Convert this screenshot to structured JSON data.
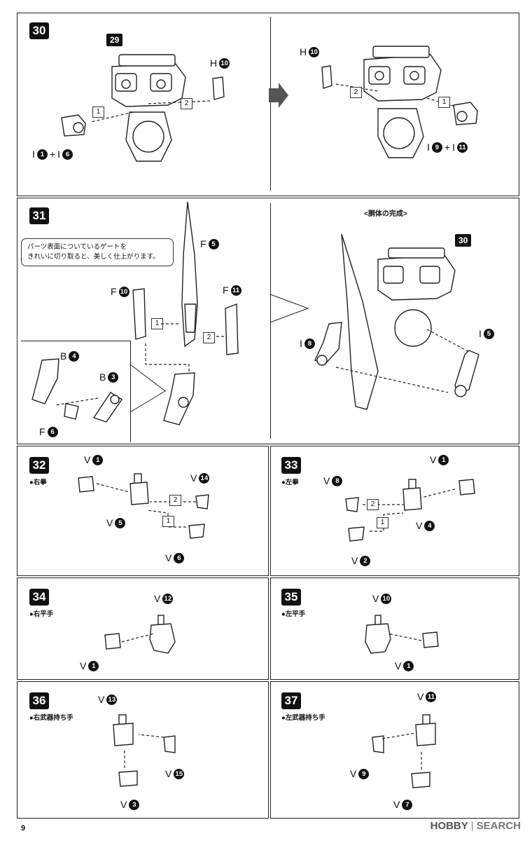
{
  "steps": [
    {
      "id": "30",
      "number": "30",
      "parts": [
        {
          "ref": "29",
          "kind": "tag"
        },
        {
          "letter": "H",
          "num": "10"
        },
        {
          "letter": "I",
          "num": "1",
          "plus": "+",
          "letter2": "I",
          "num2": "6"
        }
      ],
      "order": [
        "1",
        "2"
      ]
    },
    {
      "id": "30b",
      "parts": [
        {
          "letter": "H",
          "num": "10"
        },
        {
          "letter": "I",
          "num": "9",
          "plus": "+",
          "letter2": "I",
          "num2": "11"
        }
      ],
      "order": [
        "2",
        "1"
      ]
    },
    {
      "id": "31",
      "number": "31",
      "note_line1": "パーツ表面についているゲートを",
      "note_line2": "きれいに切り取ると、美しく仕上がります。",
      "parts": [
        {
          "letter": "F",
          "num": "5"
        },
        {
          "letter": "F",
          "num": "10"
        },
        {
          "letter": "F",
          "num": "11"
        },
        {
          "letter": "B",
          "num": "4"
        },
        {
          "letter": "B",
          "num": "3"
        },
        {
          "letter": "F",
          "num": "6"
        }
      ],
      "order": [
        "1",
        "2"
      ]
    },
    {
      "id": "31b",
      "title": "<胴体の完成>",
      "ref": "30",
      "parts": [
        {
          "letter": "I",
          "num": "8"
        },
        {
          "letter": "I",
          "num": "5"
        }
      ]
    },
    {
      "id": "32",
      "number": "32",
      "subtitle": "●右拳",
      "parts": [
        {
          "letter": "V",
          "num": "1"
        },
        {
          "letter": "V",
          "num": "14"
        },
        {
          "letter": "V",
          "num": "5"
        },
        {
          "letter": "V",
          "num": "6"
        }
      ],
      "order": [
        "1",
        "2"
      ]
    },
    {
      "id": "33",
      "number": "33",
      "subtitle": "●左拳",
      "parts": [
        {
          "letter": "V",
          "num": "1"
        },
        {
          "letter": "V",
          "num": "8"
        },
        {
          "letter": "V",
          "num": "4"
        },
        {
          "letter": "V",
          "num": "2"
        }
      ],
      "order": [
        "1",
        "2"
      ]
    },
    {
      "id": "34",
      "number": "34",
      "subtitle": "●右平手",
      "parts": [
        {
          "letter": "V",
          "num": "12"
        },
        {
          "letter": "V",
          "num": "1"
        }
      ]
    },
    {
      "id": "35",
      "number": "35",
      "subtitle": "●左平手",
      "parts": [
        {
          "letter": "V",
          "num": "10"
        },
        {
          "letter": "V",
          "num": "1"
        }
      ]
    },
    {
      "id": "36",
      "number": "36",
      "subtitle": "●右武器持ち手",
      "parts": [
        {
          "letter": "V",
          "num": "13"
        },
        {
          "letter": "V",
          "num": "15"
        },
        {
          "letter": "V",
          "num": "3"
        }
      ]
    },
    {
      "id": "37",
      "number": "37",
      "subtitle": "●左武器持ち手",
      "parts": [
        {
          "letter": "V",
          "num": "11"
        },
        {
          "letter": "V",
          "num": "9"
        },
        {
          "letter": "V",
          "num": "7"
        }
      ]
    }
  ],
  "page_number": "9",
  "watermark": {
    "brand": "HOBBY SEARCH",
    "sep": "|",
    "part1": "HOBBY",
    "part2": "SEARCH"
  }
}
